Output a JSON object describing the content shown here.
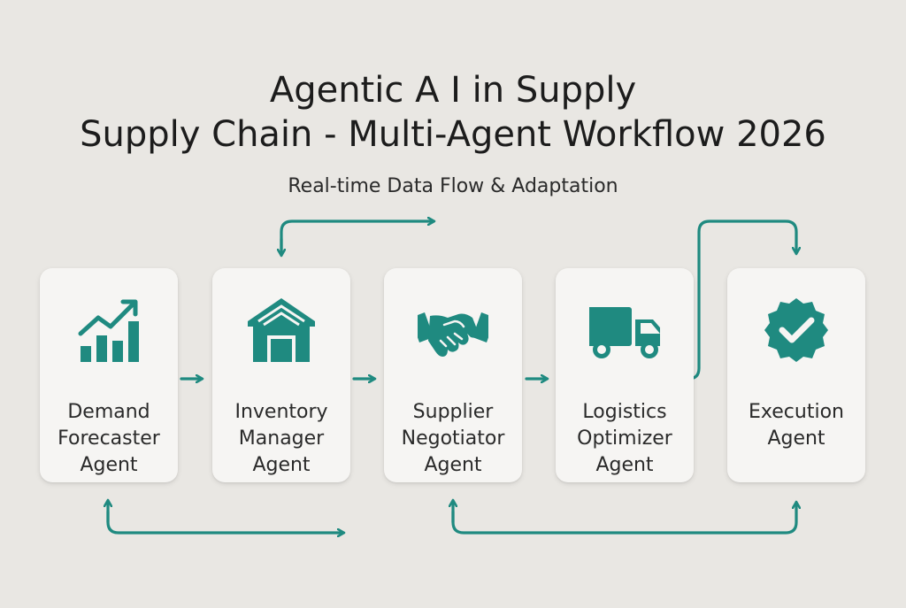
{
  "title": {
    "line1": "Agentic A I in Supply",
    "line2": "Supply Chain - Multi-Agent Workflow 2026"
  },
  "subtitle": "Real-time Data Flow & Adaptation",
  "accent_color": "#1f8a80",
  "agents": [
    {
      "label": "Demand\nForecaster\nAgent",
      "icon": "bar-chart-trend-icon"
    },
    {
      "label": "Inventory\nManager\nAgent",
      "icon": "warehouse-icon"
    },
    {
      "label": "Supplier\nNegotiator\nAgent",
      "icon": "handshake-icon"
    },
    {
      "label": "Logistics\nOptimizer\nAgent",
      "icon": "delivery-truck-icon"
    },
    {
      "label": "Execution\nAgent",
      "icon": "verified-badge-check-icon"
    }
  ]
}
